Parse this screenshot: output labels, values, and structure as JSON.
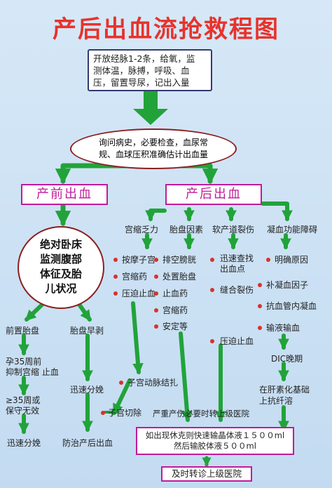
{
  "title": "产后出血流抢救程图",
  "top_box": [
    "开放经脉1-2条，给氧，监",
    "测体温，脉搏，呼吸、血",
    "压，留置导尿，记出入量"
  ],
  "ellipse": [
    "询问病史，必要检查，血尿常",
    "规、血球压积准确估计出血量"
  ],
  "antepartum": "产前出血",
  "postpartum": "产后出血",
  "antepartum_circle": [
    "绝对卧床",
    "监测腹部",
    "体征及胎",
    "儿状况"
  ],
  "placenta_previa": {
    "label": "前置胎盘",
    "lt35": [
      "孕35周前",
      "抑制宫缩 止血"
    ],
    "ge35": [
      "≥35周或",
      "保守无效"
    ],
    "end": "迅速分娩"
  },
  "abruption": {
    "label": "胎盘早剥",
    "step": "迅速分娩",
    "end": "防治产后出血"
  },
  "causes": [
    "宫缩乏力",
    "胎盘因素",
    "软产道裂伤",
    "凝血功能障碍"
  ],
  "atony_steps": [
    "按摩子宫",
    "宫缩药",
    "压迫止血"
  ],
  "placenta_steps": [
    "排空膀胱",
    "处置胎盘",
    "止血药",
    "宫缩药",
    "安定等"
  ],
  "laceration_steps": [
    "迅速查找",
    "出血点",
    "缝合裂伤",
    "压迫止血"
  ],
  "coag_steps": [
    "明确原因",
    "补凝血因子",
    "抗血管内凝血",
    "输液输血",
    "DIC晚期",
    "在肝素化基础",
    "上抗纤溶"
  ],
  "artery_ligation": "子宫动脉结扎",
  "hysterectomy": "子宫切除",
  "transfer_note": "严重产伤必要时转上级医院",
  "shock_box": [
    "如出现休克则快速输晶体液１５００ml",
    "然后输胶体液５００ml"
  ],
  "final": "及时转诊上级医院",
  "colors": {
    "title": "#e8322c",
    "arrow": "#21a33a",
    "magenta": "#c21b9a",
    "dot": "#d8322b",
    "navy": "#333a6e",
    "brown": "#8b1f1f"
  }
}
